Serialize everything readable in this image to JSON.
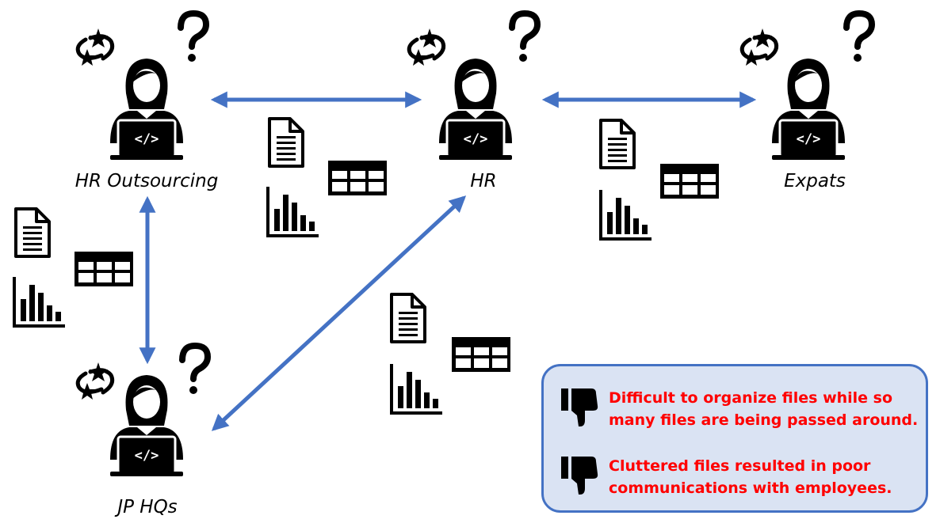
{
  "nodes": {
    "hr_outsourcing": "HR Outsourcing",
    "hr": "HR",
    "expats": "Expats",
    "jp_hqs": "JP HQs"
  },
  "issues": [
    "Difficult to organize files while so many files are being passed around.",
    "Cluttered files resulted in poor communications with employees."
  ],
  "icons": [
    "person-laptop-icon",
    "confusion-swirl-icon",
    "question-mark-icon",
    "document-icon",
    "spreadsheet-icon",
    "bar-chart-icon",
    "thumbs-down-icon"
  ],
  "colors": {
    "arrow": "#4472c4",
    "issue_text": "#ff0000",
    "callout_fill": "#dae3f3",
    "callout_border": "#4472c4"
  }
}
